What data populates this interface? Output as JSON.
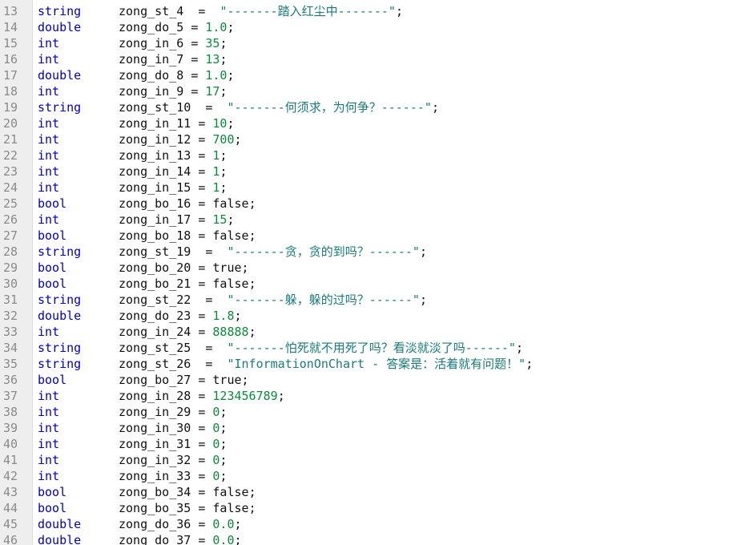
{
  "editor": {
    "lines": [
      {
        "no": "13",
        "type": "string",
        "name": "zong_st_4",
        "op": "=",
        "value": "\"-------踏入红尘中-------\"",
        "kind": "str",
        "term": ";"
      },
      {
        "no": "14",
        "type": "double",
        "name": "zong_do_5",
        "op": "=",
        "value": "1.0",
        "kind": "num",
        "term": ";"
      },
      {
        "no": "15",
        "type": "int",
        "name": "zong_in_6",
        "op": "=",
        "value": "35",
        "kind": "num",
        "term": ";"
      },
      {
        "no": "16",
        "type": "int",
        "name": "zong_in_7",
        "op": "=",
        "value": "13",
        "kind": "num",
        "term": ";"
      },
      {
        "no": "17",
        "type": "double",
        "name": "zong_do_8",
        "op": "=",
        "value": "1.0",
        "kind": "num",
        "term": ";"
      },
      {
        "no": "18",
        "type": "int",
        "name": "zong_in_9",
        "op": "=",
        "value": "17",
        "kind": "num",
        "term": ";"
      },
      {
        "no": "19",
        "type": "string",
        "name": "zong_st_10",
        "op": "=",
        "value": "\"-------何须求，为何争？------\"",
        "kind": "str",
        "term": ";"
      },
      {
        "no": "20",
        "type": "int",
        "name": "zong_in_11",
        "op": "=",
        "value": "10",
        "kind": "num",
        "term": ";"
      },
      {
        "no": "21",
        "type": "int",
        "name": "zong_in_12",
        "op": "=",
        "value": "700",
        "kind": "num",
        "term": ";"
      },
      {
        "no": "22",
        "type": "int",
        "name": "zong_in_13",
        "op": "=",
        "value": "1",
        "kind": "num",
        "term": ";"
      },
      {
        "no": "23",
        "type": "int",
        "name": "zong_in_14",
        "op": "=",
        "value": "1",
        "kind": "num",
        "term": ";"
      },
      {
        "no": "24",
        "type": "int",
        "name": "zong_in_15",
        "op": "=",
        "value": "1",
        "kind": "num",
        "term": ";"
      },
      {
        "no": "25",
        "type": "bool",
        "name": "zong_bo_16",
        "op": "=",
        "value": "false",
        "kind": "txt",
        "term": ";"
      },
      {
        "no": "26",
        "type": "int",
        "name": "zong_in_17",
        "op": "=",
        "value": "15",
        "kind": "num",
        "term": ";"
      },
      {
        "no": "27",
        "type": "bool",
        "name": "zong_bo_18",
        "op": "=",
        "value": "false",
        "kind": "txt",
        "term": ";"
      },
      {
        "no": "28",
        "type": "string",
        "name": "zong_st_19",
        "op": "=",
        "value": "\"-------贪，贪的到吗？------\"",
        "kind": "str",
        "term": ";"
      },
      {
        "no": "29",
        "type": "bool",
        "name": "zong_bo_20",
        "op": "=",
        "value": "true",
        "kind": "txt",
        "term": ";"
      },
      {
        "no": "30",
        "type": "bool",
        "name": "zong_bo_21",
        "op": "=",
        "value": "false",
        "kind": "txt",
        "term": ";"
      },
      {
        "no": "31",
        "type": "string",
        "name": "zong_st_22",
        "op": "=",
        "value": "\"-------躲，躲的过吗？------\"",
        "kind": "str",
        "term": ";"
      },
      {
        "no": "32",
        "type": "double",
        "name": "zong_do_23",
        "op": "=",
        "value": "1.8",
        "kind": "num",
        "term": ";"
      },
      {
        "no": "33",
        "type": "int",
        "name": "zong_in_24",
        "op": "=",
        "value": "88888",
        "kind": "num",
        "term": ";"
      },
      {
        "no": "34",
        "type": "string",
        "name": "zong_st_25",
        "op": "=",
        "value": "\"-------怕死就不用死了吗？看淡就淡了吗------\"",
        "kind": "str",
        "term": ";"
      },
      {
        "no": "35",
        "type": "string",
        "name": "zong_st_26",
        "op": "=",
        "value": "\"InformationOnChart - 答案是：活着就有问题！\"",
        "kind": "str",
        "term": ";"
      },
      {
        "no": "36",
        "type": "bool",
        "name": "zong_bo_27",
        "op": "=",
        "value": "true",
        "kind": "txt",
        "term": ";"
      },
      {
        "no": "37",
        "type": "int",
        "name": "zong_in_28",
        "op": "=",
        "value": "123456789",
        "kind": "num",
        "term": ";"
      },
      {
        "no": "38",
        "type": "int",
        "name": "zong_in_29",
        "op": "=",
        "value": "0",
        "kind": "num",
        "term": ";"
      },
      {
        "no": "39",
        "type": "int",
        "name": "zong_in_30",
        "op": "=",
        "value": "0",
        "kind": "num",
        "term": ";"
      },
      {
        "no": "40",
        "type": "int",
        "name": "zong_in_31",
        "op": "=",
        "value": "0",
        "kind": "num",
        "term": ";"
      },
      {
        "no": "41",
        "type": "int",
        "name": "zong_in_32",
        "op": "=",
        "value": "0",
        "kind": "num",
        "term": ";"
      },
      {
        "no": "42",
        "type": "int",
        "name": "zong_in_33",
        "op": "=",
        "value": "0",
        "kind": "num",
        "term": ";"
      },
      {
        "no": "43",
        "type": "bool",
        "name": "zong_bo_34",
        "op": "=",
        "value": "false",
        "kind": "txt",
        "term": ";"
      },
      {
        "no": "44",
        "type": "bool",
        "name": "zong_bo_35",
        "op": "=",
        "value": "false",
        "kind": "txt",
        "term": ";"
      },
      {
        "no": "45",
        "type": "double",
        "name": "zong_do_36",
        "op": "=",
        "value": "0.0",
        "kind": "num",
        "term": ";"
      },
      {
        "no": "46",
        "type": "double",
        "name": "zong_do_37",
        "op": "=",
        "value": "0.0",
        "kind": "num",
        "term": ";"
      }
    ]
  },
  "colors": {
    "keyword": "#0000b8",
    "number": "#0a8a3a",
    "string": "#1a7a7a",
    "text": "#101010",
    "gutter_bg": "#eeeeee",
    "line_number": "#8a8a8a"
  }
}
